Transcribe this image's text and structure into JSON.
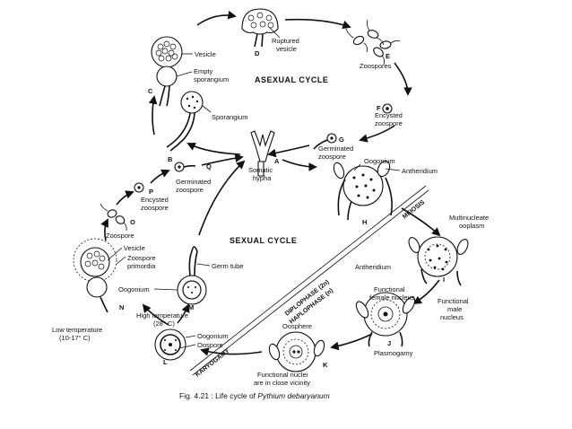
{
  "cycles": {
    "asexual": "ASEXUAL CYCLE",
    "sexual": "SEXUAL CYCLE"
  },
  "phases": {
    "diplophase": "DIPLOPHASE (2n)",
    "haplophase": "HAPLOPHASE (n)",
    "meiosis": "MEIOSIS",
    "karyogamy": "KARYOGAMY"
  },
  "labels": {
    "vesicle_top": "Vesicle",
    "ruptured_vesicle_1": "Ruptured",
    "ruptured_vesicle_2": "vesicle",
    "zoospores": "Zoospores",
    "empty_sporangium_1": "Empty",
    "empty_sporangium_2": "sporangium",
    "sporangium": "Sporangium",
    "encysted_zoospore_f1": "Encysted",
    "encysted_zoospore_f2": "zoospore",
    "germinated_zoospore_g1": "Germinated",
    "germinated_zoospore_g2": "zoospore",
    "somatic_hypha_1": "Somatic",
    "somatic_hypha_2": "hypha",
    "oogonium_top": "Oogonium",
    "antheridium_top": "Antheridium",
    "germinated_zoospore_q1": "Germinated",
    "germinated_zoospore_q2": "zoospore",
    "encysted_zoospore_p1": "Encysted",
    "encysted_zoospore_p2": "zoospore",
    "zoospore_o": "Zoospore",
    "vesicle_left": "Vesicle",
    "zoospore_primordia_1": "Zoospore",
    "zoospore_primordia_2": "primordia",
    "germ_tube": "Germ tube",
    "oogonium_m": "Oogonium",
    "high_temp_1": "High temperature",
    "high_temp_2": "(28° C)",
    "low_temp_1": "Low temperature",
    "low_temp_2": "(10-17° C)",
    "oogonium_l": "Oogonium",
    "oospore_l": "Oospore",
    "oosphere": "Oosphere",
    "functional_nuclei_1": "Functional nuclei",
    "functional_nuclei_2": "are in close vicinity",
    "multinucleate_1": "Multinucleate",
    "multinucleate_2": "ooplasm",
    "antheridium_i": "Antheridium",
    "female_nucleus_1": "Functional",
    "female_nucleus_2": "female nucleus",
    "male_nucleus_1": "Functional",
    "male_nucleus_2": "male",
    "male_nucleus_3": "nucleus",
    "plasmogamy": "Plasmogamy"
  },
  "stage_letters": {
    "a": "A",
    "b": "B",
    "c": "C",
    "d": "D",
    "e": "E",
    "f": "F",
    "g": "G",
    "h": "H",
    "i": "I",
    "j": "J",
    "k": "K",
    "l": "L",
    "m": "M",
    "n": "N",
    "o": "O",
    "p": "P",
    "q": "Q"
  },
  "caption": {
    "prefix": "Fig. 4.21 : Life cycle of ",
    "species": "Pythium debaryanum"
  }
}
